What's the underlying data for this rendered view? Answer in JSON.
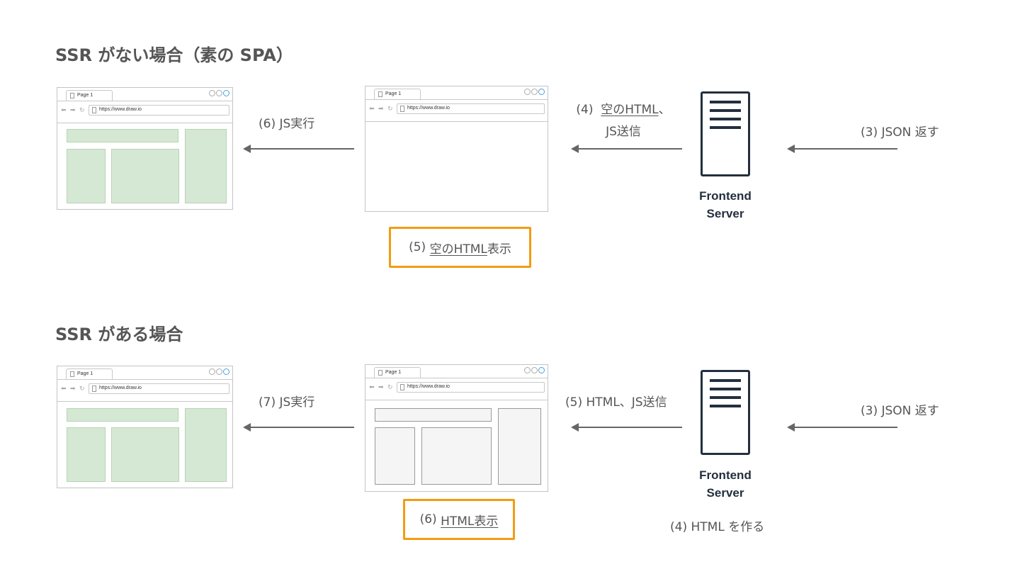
{
  "sections": {
    "top": {
      "heading": "SSR がない場合（素の SPA）",
      "step6": "(6) JS実行",
      "step4_line1_prefix": "(4) ",
      "step4_line1_underlined": "空のHTML",
      "step4_line1_suffix": "、",
      "step4_line2": "JS送信",
      "step3": "(3) JSON 返す",
      "step5_prefix": "(5) ",
      "step5_underlined": "空のHTML",
      "step5_suffix": "表示"
    },
    "bottom": {
      "heading": "SSR がある場合",
      "step7": "(7) JS実行",
      "step5": "(5) HTML、JS送信",
      "step3": "(3) JSON 返す",
      "step6_prefix": "(6) ",
      "step6_underlined": "HTML表示",
      "step4": "(4) HTML を作る"
    }
  },
  "browser": {
    "tab_label": "Page 1",
    "url": "https://www.draw.io"
  },
  "server": {
    "label_line1": "Frontend",
    "label_line2": "Server"
  },
  "colors": {
    "highlight": "#f39c12",
    "green_block": "#d5e8d4",
    "gray_block": "#f5f5f5",
    "server": "#232f3e"
  }
}
